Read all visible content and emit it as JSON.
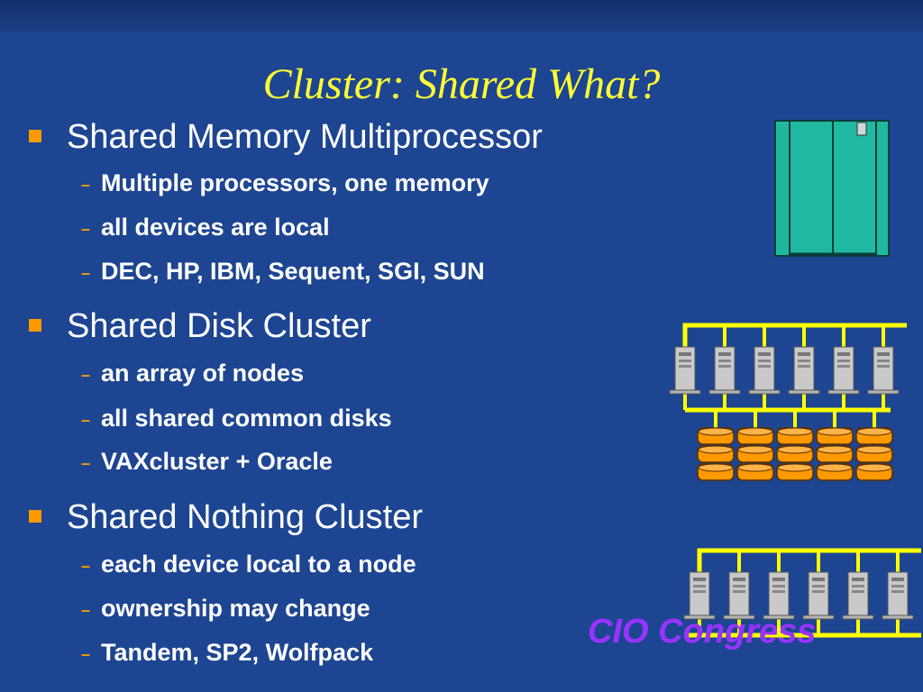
{
  "title": "Cluster: Shared What?",
  "sections": [
    {
      "heading": "Shared Memory Multiprocessor",
      "items": [
        "Multiple processors, one memory",
        "all devices are local",
        "DEC, HP, IBM, Sequent, SGI, SUN"
      ]
    },
    {
      "heading": "Shared Disk Cluster",
      "items": [
        "an array of nodes",
        "all shared common disks",
        "VAXcluster + Oracle"
      ]
    },
    {
      "heading": "Shared Nothing Cluster",
      "items": [
        "each device local to a node",
        "ownership may change",
        "Tandem, SP2, Wolfpack"
      ]
    }
  ],
  "footer": "CIO Congress",
  "colors": {
    "background": "#1d4592",
    "title": "#ffff33",
    "bullet_marker": "#ff9900",
    "text": "#ffffff",
    "bus": "#ffff00",
    "cabinet": "#20b8a0",
    "disk": "#ff9900",
    "footer": "#9933ff"
  },
  "icons": [
    "mainframe-cabinet-icon",
    "server-tower-icon",
    "disk-stack-icon"
  ]
}
